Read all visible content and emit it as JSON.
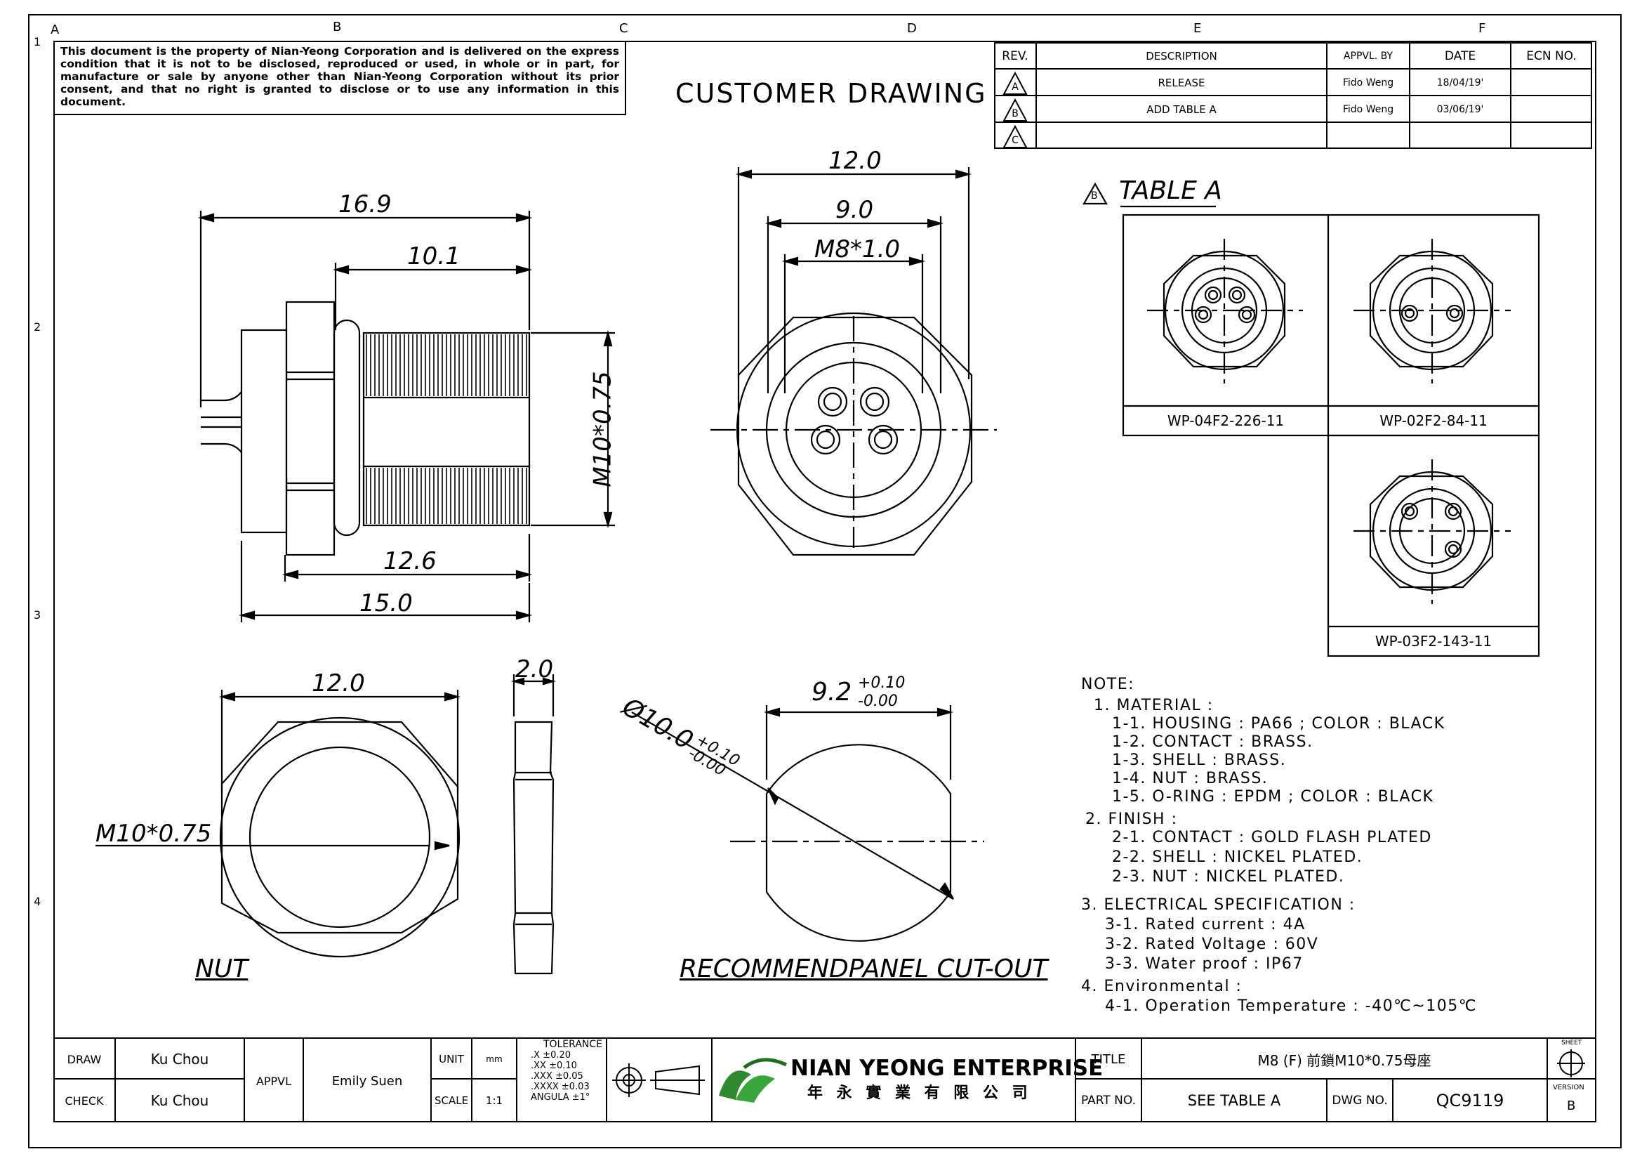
{
  "disclaimer": "This document is the property of Nian-Yeong Corporation and is delivered on the express condition that it is not to be disclosed, reproduced or used, in whole or in part, for manufacture or sale by anyone other than Nian-Yeong Corporation without its prior consent, and that no right is granted to disclose or to use any information in this document.",
  "zones": {
    "columns": [
      "A",
      "B",
      "C",
      "D",
      "E",
      "F"
    ],
    "rows": [
      "1",
      "2",
      "3",
      "4"
    ]
  },
  "drawing_title": "CUSTOMER DRAWING",
  "revision_table": {
    "headers": [
      "REV.",
      "DESCRIPTION",
      "APPVL. BY",
      "DATE",
      "ECN NO."
    ],
    "rows": [
      {
        "rev": "A",
        "description": "RELEASE",
        "appvl": "Fido Weng",
        "date": "18/04/19'",
        "ecn": ""
      },
      {
        "rev": "B",
        "description": "ADD TABLE A",
        "appvl": "Fido Weng",
        "date": "03/06/19'",
        "ecn": ""
      },
      {
        "rev": "C",
        "description": "",
        "appvl": "",
        "date": "",
        "ecn": ""
      }
    ]
  },
  "side_view": {
    "dim_overall": "16.9",
    "dim_thread": "10.1",
    "dim_thread_dia": "M10*0.75",
    "dim_body": "12.6",
    "dim_total": "15.0"
  },
  "front_view": {
    "dim_hex": "12.0",
    "dim_inner": "9.0",
    "dim_m8": "M8*1.0"
  },
  "table_a": {
    "rev_mark": "B",
    "title": "TABLE A",
    "items": [
      {
        "part": "WP-04F2-226-11",
        "pins": 4
      },
      {
        "part": "WP-02F2-84-11",
        "pins": 2
      },
      {
        "part": "WP-03F2-143-11",
        "pins": 3
      }
    ]
  },
  "nut_view": {
    "dim_width": "12.0",
    "dim_thread": "M10*0.75",
    "dim_thick": "2.0",
    "label": "NUT"
  },
  "cutout_view": {
    "dim_flat": "9.2",
    "dim_flat_tol_plus": "+0.10",
    "dim_flat_tol_minus": "-0.00",
    "dim_dia": "Ø10.0",
    "dim_dia_tol_plus": "+0.10",
    "dim_dia_tol_minus": "-0.00",
    "label": "RECOMMENDPANEL CUT-OUT"
  },
  "notes": {
    "heading": "NOTE:",
    "lines": [
      "1. MATERIAL :",
      "1-1. HOUSING : PA66 ; COLOR : BLACK",
      "1-2. CONTACT : BRASS.",
      "1-3. SHELL : BRASS.",
      "1-4. NUT : BRASS.",
      "1-5. O-RING : EPDM ; COLOR : BLACK",
      "2. FINISH :",
      "2-1. CONTACT : GOLD FLASH PLATED",
      "2-2. SHELL : NICKEL PLATED.",
      "2-3. NUT : NICKEL PLATED.",
      "3. ELECTRICAL SPECIFICATION :",
      "3-1. Rated current : 4A",
      "3-2. Rated Voltage : 60V",
      "3-3. Water proof : IP67",
      "4. Environmental :",
      "4-1. Operation Temperature : -40℃~105℃"
    ]
  },
  "title_block": {
    "draw_label": "DRAW",
    "draw_value": "Ku Chou",
    "check_label": "CHECK",
    "check_value": "Ku Chou",
    "appvl_label": "APPVL",
    "appvl_value": "Emily Suen",
    "unit_label": "UNIT",
    "unit_value": "mm",
    "scale_label": "SCALE",
    "scale_value": "1:1",
    "tolerance_title": "TOLERANCE",
    "tolerances": [
      ".X ±0.20",
      ".XX ±0.10",
      ".XXX ±0.05",
      ".XXXX ±0.03",
      "ANGULA ±1°"
    ],
    "company_en": "NIAN YEONG ENTERPRISE",
    "company_cn": "年 永 實 業 有 限 公 司",
    "title_label": "TITLE",
    "title_value": "M8 (F) 前鎖M10*0.75母座",
    "partno_label": "PART NO.",
    "partno_value": "SEE TABLE A",
    "dwgno_label": "DWG NO.",
    "dwgno_value": "QC9119",
    "sheet_label": "SHEET",
    "version_label": "VERSION",
    "version_value": "B"
  }
}
